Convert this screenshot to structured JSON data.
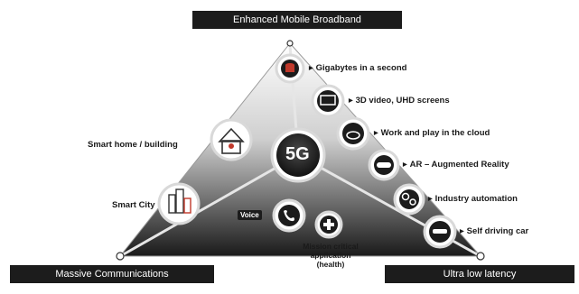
{
  "corners": {
    "top": "Enhanced Mobile Broadband",
    "bottom_left": "Massive Communications",
    "bottom_right": "Ultra low latency"
  },
  "center_label": "5G",
  "right_features": [
    "Gigabytes in a second",
    "3D video, UHD screens",
    "Work and play in the cloud",
    "AR – Augmented Reality",
    "Industry automation",
    "Self driving car"
  ],
  "left_features": [
    "Smart home / building",
    "Smart City"
  ],
  "voice_label": "Voice",
  "mission_label": [
    "Mission critical",
    "application",
    "(health)"
  ],
  "colors": {
    "dark": "#1c1c1c",
    "triangle_fill": "#2a2a2a",
    "circle_ring": "#d9d9d9",
    "accent_red": "#c0392b"
  }
}
